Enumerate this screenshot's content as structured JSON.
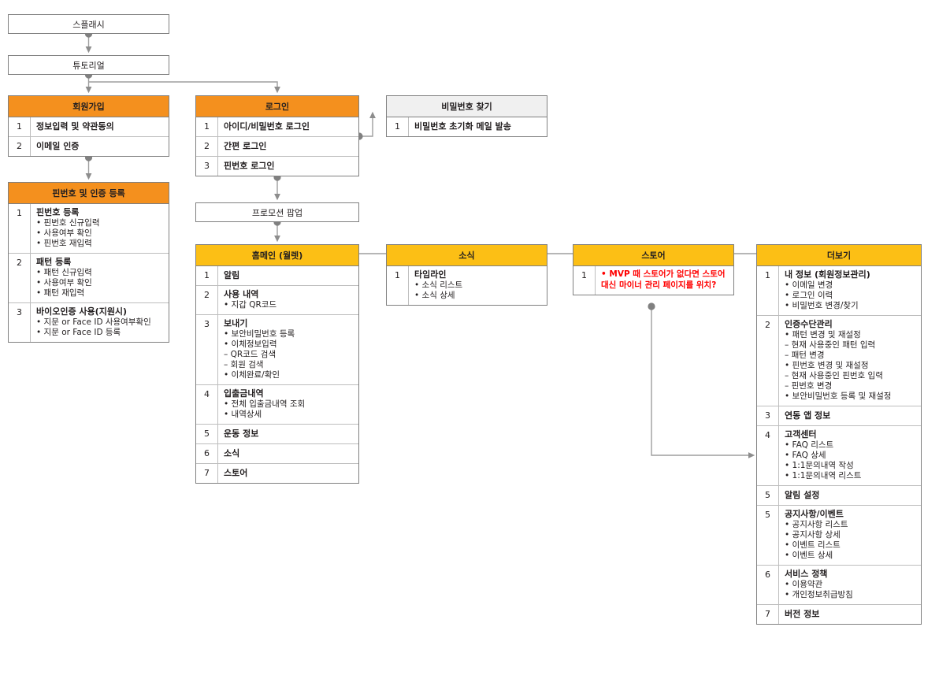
{
  "meta": {
    "colors": {
      "header_orange": "#f4901e",
      "header_amber": "#fcbf15",
      "header_grey": "#f0f0f0",
      "border": "#808080",
      "connector": "#9e9e9e",
      "note_red": "#ff0000"
    }
  },
  "nodes": {
    "splash": {
      "label": "스플래시"
    },
    "tutorial": {
      "label": "튜토리얼"
    },
    "promo": {
      "label": "프로모션 팝업"
    },
    "signup": {
      "header": "회원가입",
      "rows": [
        {
          "num": "1",
          "title": "정보입력 및 약관동의",
          "subs": []
        },
        {
          "num": "2",
          "title": "이메일 인증",
          "subs": []
        }
      ]
    },
    "pinreg": {
      "header": "핀번호 및 인증 등록",
      "rows": [
        {
          "num": "1",
          "title": "핀번호 등록",
          "subs": [
            "• 핀번호 신규입력",
            "• 사용여부 확인",
            "• 핀번호 재입력"
          ]
        },
        {
          "num": "2",
          "title": "패턴 등록",
          "subs": [
            "• 패턴 신규입력",
            "• 사용여부 확인",
            "• 패턴 재입력"
          ]
        },
        {
          "num": "3",
          "title": "바이오인증 사용(지원시)",
          "subs": [
            "• 지문 or Face ID 사용여부확인",
            "• 지문 or Face ID 등록"
          ]
        }
      ]
    },
    "login": {
      "header": "로그인",
      "rows": [
        {
          "num": "1",
          "title": "아이디/비밀번호 로그인",
          "subs": []
        },
        {
          "num": "2",
          "title": "간편 로그인",
          "subs": []
        },
        {
          "num": "3",
          "title": "핀번호 로그인",
          "subs": []
        }
      ]
    },
    "findpw": {
      "header": "비밀번호 찾기",
      "rows": [
        {
          "num": "1",
          "title": "비밀번호 초기화 메일 발송",
          "subs": []
        }
      ]
    },
    "home": {
      "header": "홈메인 (월렛)",
      "rows": [
        {
          "num": "1",
          "title": "알림",
          "subs": []
        },
        {
          "num": "2",
          "title": "사용 내역",
          "subs": [
            "• 지갑 QR코드"
          ]
        },
        {
          "num": "3",
          "title": "보내기",
          "subs": [
            "• 보안비밀번호 등록",
            "• 이체정보입력",
            "– QR코드 검색",
            "– 회원 검색",
            "• 이체완료/확인"
          ]
        },
        {
          "num": "4",
          "title": "입출금내역",
          "subs": [
            "• 전체 입출금내역 조회",
            "• 내역상세"
          ]
        },
        {
          "num": "5",
          "title": "운동 정보",
          "subs": []
        },
        {
          "num": "6",
          "title": "소식",
          "subs": []
        },
        {
          "num": "7",
          "title": "스토어",
          "subs": []
        }
      ]
    },
    "news": {
      "header": "소식",
      "rows": [
        {
          "num": "1",
          "title": "타임라인",
          "subs": [
            "• 소식 리스트",
            "• 소식 상세"
          ]
        }
      ]
    },
    "store": {
      "header": "스토어",
      "rows": [
        {
          "num": "1",
          "note": "• MVP 때 스토어가 없다면 스토어 대신 마이너 관리 페이지를 위치?"
        }
      ]
    },
    "more": {
      "header": "더보기",
      "rows": [
        {
          "num": "1",
          "title": "내 정보 (회원정보관리)",
          "subs": [
            "• 이메일 변경",
            "• 로그인 이력",
            "• 비밀번호 변경/찾기"
          ]
        },
        {
          "num": "2",
          "title": "인증수단관리",
          "subs": [
            "• 패턴 변경 및 재설정",
            "– 현재 사용중인 패턴 입력",
            "– 패턴 변경",
            "• 핀번호 변경 및 재설정",
            "– 현재 사용중인 핀번호 입력",
            "– 핀번호 변경",
            "• 보안비밀번호 등록 및 재설정"
          ]
        },
        {
          "num": "3",
          "title": "연동 앱 정보",
          "subs": []
        },
        {
          "num": "4",
          "title": "고객센터",
          "subs": [
            "• FAQ 리스트",
            "• FAQ 상세",
            "• 1:1문의내역 작성",
            "• 1:1문의내역 리스트"
          ]
        },
        {
          "num": "5",
          "title": "알림 설정",
          "subs": []
        },
        {
          "num": "5",
          "title": "공지사항/이벤트",
          "subs": [
            "• 공지사항 리스트",
            "• 공지사항 상세",
            "• 이벤트 리스트",
            "• 이벤트 상세"
          ]
        },
        {
          "num": "6",
          "title": "서비스 정책",
          "subs": [
            "• 이용약관",
            "• 개인정보취급방침"
          ]
        },
        {
          "num": "7",
          "title": "버전 정보",
          "subs": []
        }
      ]
    }
  }
}
